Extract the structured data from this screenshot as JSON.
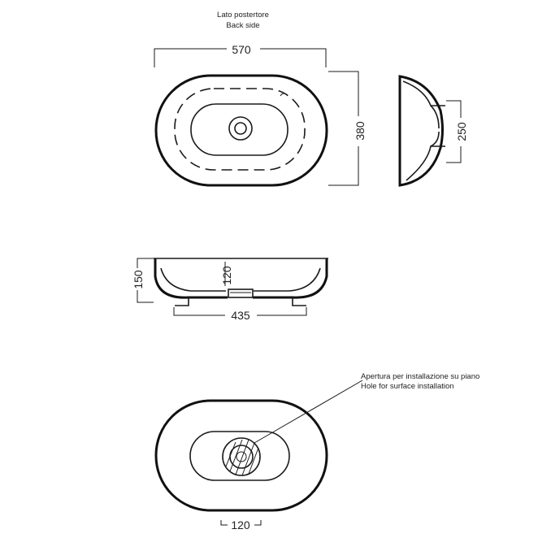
{
  "header": {
    "label_it": "Lato postertore",
    "label_en": "Back side"
  },
  "dimensions": {
    "top_width": "570",
    "top_height": "380",
    "side_height": "250",
    "front_height": "150",
    "front_inner": "120",
    "front_base": "435",
    "bottom_inner": "120"
  },
  "note": {
    "line1": "Apertura per installazione su piano",
    "line2": "Hole for surface installation"
  }
}
